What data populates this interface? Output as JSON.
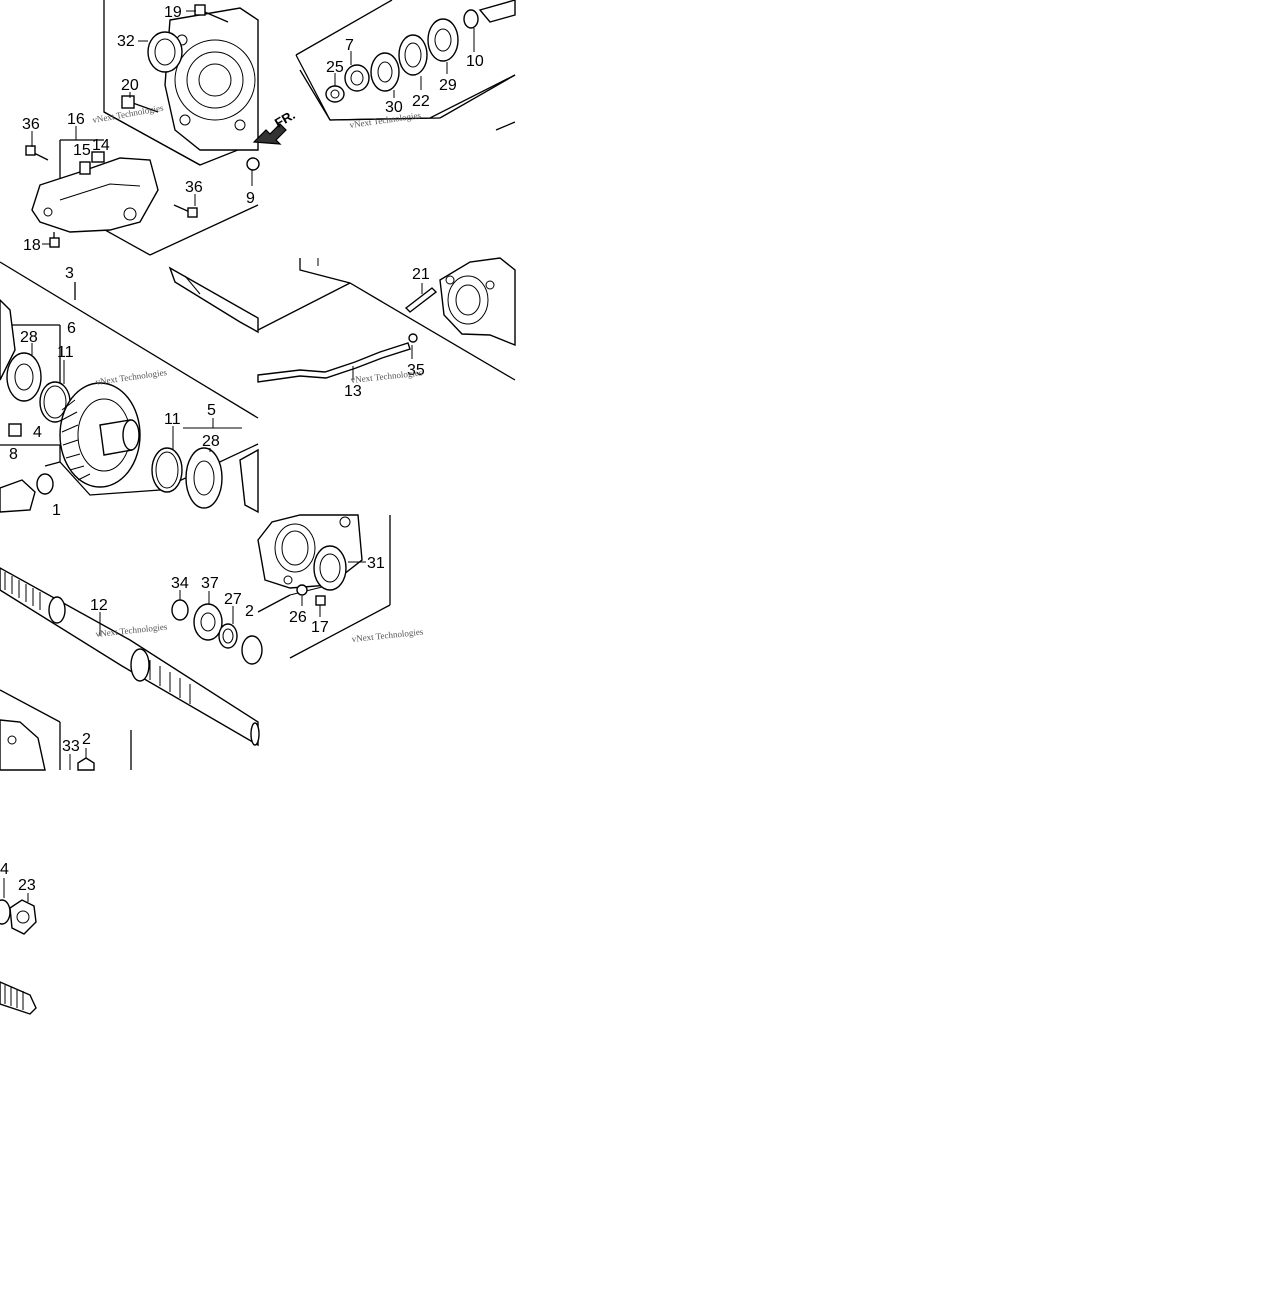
{
  "labels": {
    "p19": "19",
    "p32": "32",
    "p20": "20",
    "p36a": "36",
    "p16": "16",
    "p15": "15",
    "p14": "14",
    "p36b": "36",
    "p9": "9",
    "p18": "18",
    "p7": "7",
    "p25": "25",
    "p30": "30",
    "p22": "22",
    "p29": "29",
    "p10": "10",
    "p3": "3",
    "p6": "6",
    "p28a": "28",
    "p11a": "11",
    "p8": "8",
    "p4": "4",
    "p11b": "11",
    "p5": "5",
    "p28b": "28",
    "p1": "1",
    "p21": "21",
    "p35": "35",
    "p13": "13",
    "p34": "34",
    "p37": "37",
    "p27": "27",
    "p12": "12",
    "p2a": "2",
    "p26": "26",
    "p17": "17",
    "p31": "31",
    "p33": "33",
    "p2b": "2",
    "p24": "4",
    "p23": "23"
  },
  "direction_marker": "FR.",
  "watermark": "vNext Technologies"
}
